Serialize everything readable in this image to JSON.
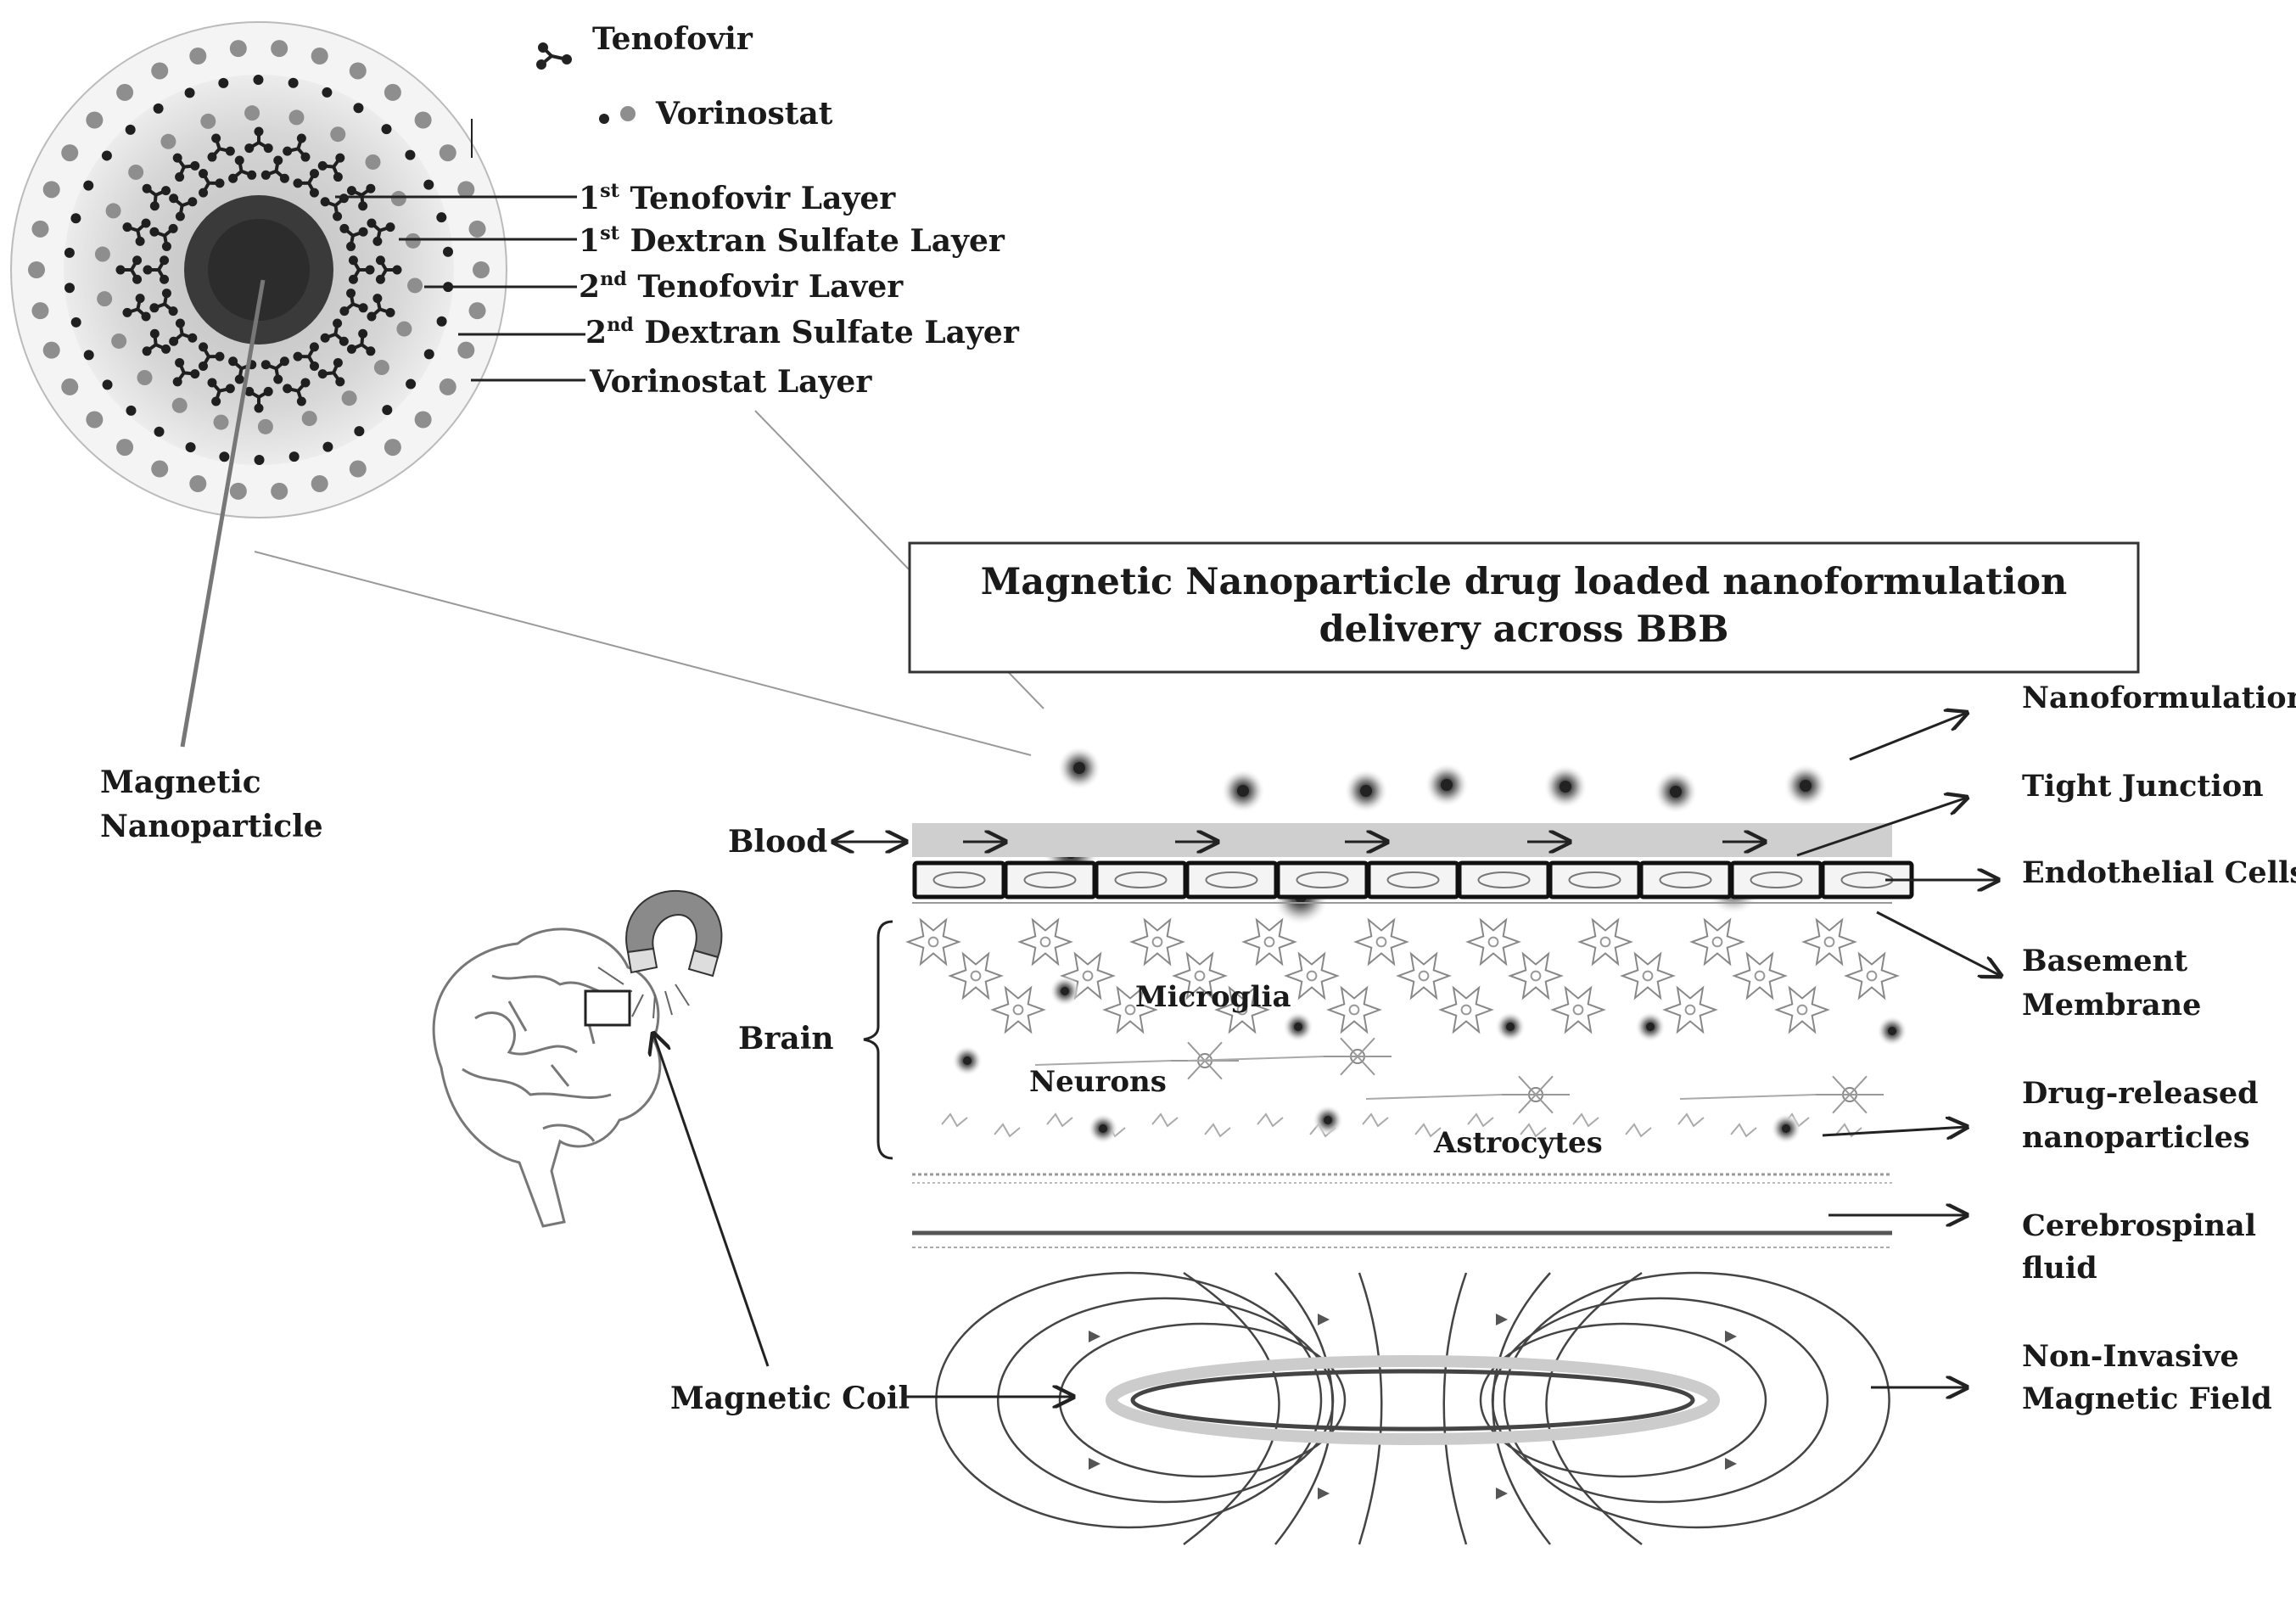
{
  "legend": {
    "tenofovir": "Tenofovir",
    "vorinostat": "Vorinostat"
  },
  "layers": {
    "l1_ord": "1",
    "l1_sup": "st",
    "l1_text": " Tenofovir Layer",
    "l2_ord": "1",
    "l2_sup": "st",
    "l2_text": " Dextran Sulfate Layer",
    "l3_ord": "2",
    "l3_sup": "nd",
    "l3_text": " Tenofovir Laver",
    "l4_ord": "2",
    "l4_sup": "nd",
    "l4_text": " Dextran Sulfate Layer",
    "l5_text": "Vorinostat Layer"
  },
  "core_label": {
    "line1": "Magnetic",
    "line2": "Nanoparticle"
  },
  "title": {
    "line1": "Magnetic Nanoparticle drug loaded nanoformulation",
    "line2": "delivery across BBB"
  },
  "left_labels": {
    "blood": "Blood",
    "brain": "Brain",
    "magnetic_coil": "Magnetic Coil"
  },
  "inner_labels": {
    "microglia": "Microglia",
    "neurons": "Neurons",
    "astrocytes": "Astrocytes"
  },
  "right_labels": {
    "nanoformulation": "Nanoformulation",
    "tight_junction": "Tight Junction",
    "endothelial": "Endothelial Cells",
    "basement_1": "Basement",
    "basement_2": "Membrane",
    "drug_released_1": "Drug-released",
    "drug_released_2": "nanoparticles",
    "csf_1": "Cerebrospinal",
    "csf_2": "fluid",
    "field_1": "Non-Invasive",
    "field_2": "Magnetic Field"
  },
  "colors": {
    "ink": "#1a1a1a",
    "shell": "#d2d2d2",
    "core": "#3a3a3a",
    "bead": "#8e8e8e",
    "blood_band": "#cfcfcf"
  }
}
